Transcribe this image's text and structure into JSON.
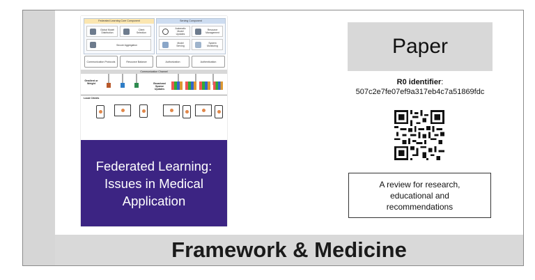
{
  "cover": {
    "diagram": {
      "fl_core_title": "Federated Learning Core Component",
      "serving_title": "Serving Component",
      "global_model": "Global Model Distribution",
      "client_selection": "Client Selection",
      "secure_aggregation": "Secure Aggregation",
      "automatic_updates": "Automatic Model Updates",
      "resource_management": "Resource Management",
      "model_serving": "Model Serving",
      "system_monitoring": "System Monitoring",
      "comm_protocols": "Communication Protocols",
      "resource_balance": "Resource Balance",
      "authorization": "Authorization",
      "authentication": "Authentication",
      "channel": "Communication Channel",
      "gradient_label": "Gradient or Weight",
      "broadcast_label": "Broadcast Sparse Updates",
      "clients_label": "Local Clients"
    },
    "title": "Federated Learning: Issues in Medical Application"
  },
  "paper_label": "Paper",
  "identifier": {
    "label": "R0 identifier",
    "value": "507c2e7fe07ef9a317eb4c7a51869fdc"
  },
  "description": "A review for research, educational and recommendations",
  "footer_title": "Framework & Medicine",
  "colors": {
    "cover_band": "#3c2483",
    "gray_panel": "#d8d8d8"
  }
}
